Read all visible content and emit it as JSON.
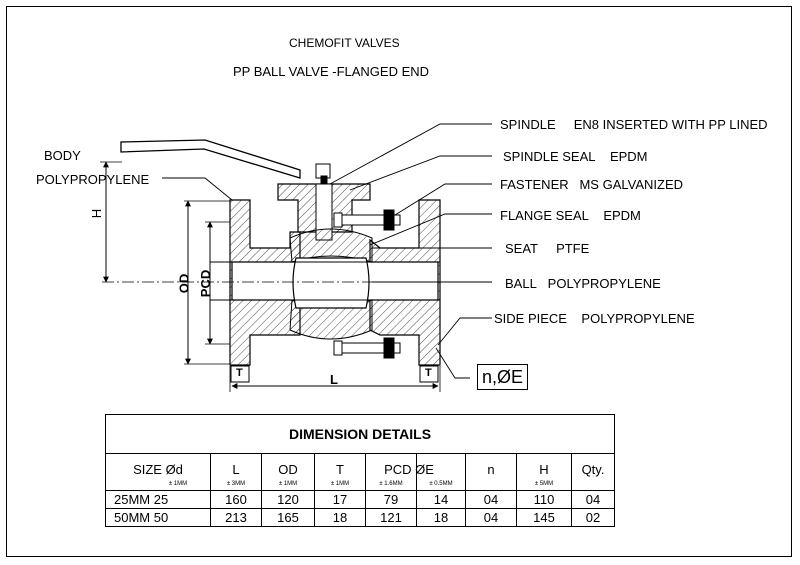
{
  "header": {
    "company": "CHEMOFIT VALVES",
    "product": "PP BALL VALVE -FLANGED END"
  },
  "labels_left": {
    "body": "BODY",
    "body_material": "POLYPROPYLENE"
  },
  "labels_right": [
    {
      "part": "SPINDLE",
      "material": "EN8 INSERTED WITH PP LINED"
    },
    {
      "part": "SPINDLE SEAL",
      "material": "EPDM"
    },
    {
      "part": "FASTENER",
      "material": "MS GALVANIZED"
    },
    {
      "part": "FLANGE SEAL",
      "material": "EPDM"
    },
    {
      "part": "SEAT",
      "material": "PTFE"
    },
    {
      "part": "BALL",
      "material": "POLYPROPYLENE"
    },
    {
      "part": "SIDE PIECE",
      "material": "POLYPROPYLENE"
    }
  ],
  "dimension_marks": {
    "h": "H",
    "od": "OD",
    "pcd": "PCD",
    "l": "L",
    "t_left": "T",
    "t_right": "T",
    "holes": "n,ØE"
  },
  "table": {
    "title": "DIMENSION DETAILS",
    "headers": [
      {
        "label": "SIZE Ød",
        "tol": "± 1MM"
      },
      {
        "label": "L",
        "tol": "± 3MM"
      },
      {
        "label": "OD",
        "tol": "± 1MM"
      },
      {
        "label": "T",
        "tol": "± 1MM"
      },
      {
        "label": "PCD ØE",
        "tol": "± 1.6MM"
      },
      {
        "label": "",
        "tol": "± 0.5MM"
      },
      {
        "label": "n",
        "tol": ""
      },
      {
        "label": "H",
        "tol": "± 5MM"
      },
      {
        "label": "Qty.",
        "tol": ""
      }
    ],
    "rows": [
      [
        "25MM 25",
        "160",
        "120",
        "17",
        "79",
        "14",
        "04",
        "110",
        "04"
      ],
      [
        "50MM 50",
        "213",
        "165",
        "18",
        "121",
        "18",
        "04",
        "145",
        "02"
      ]
    ]
  }
}
